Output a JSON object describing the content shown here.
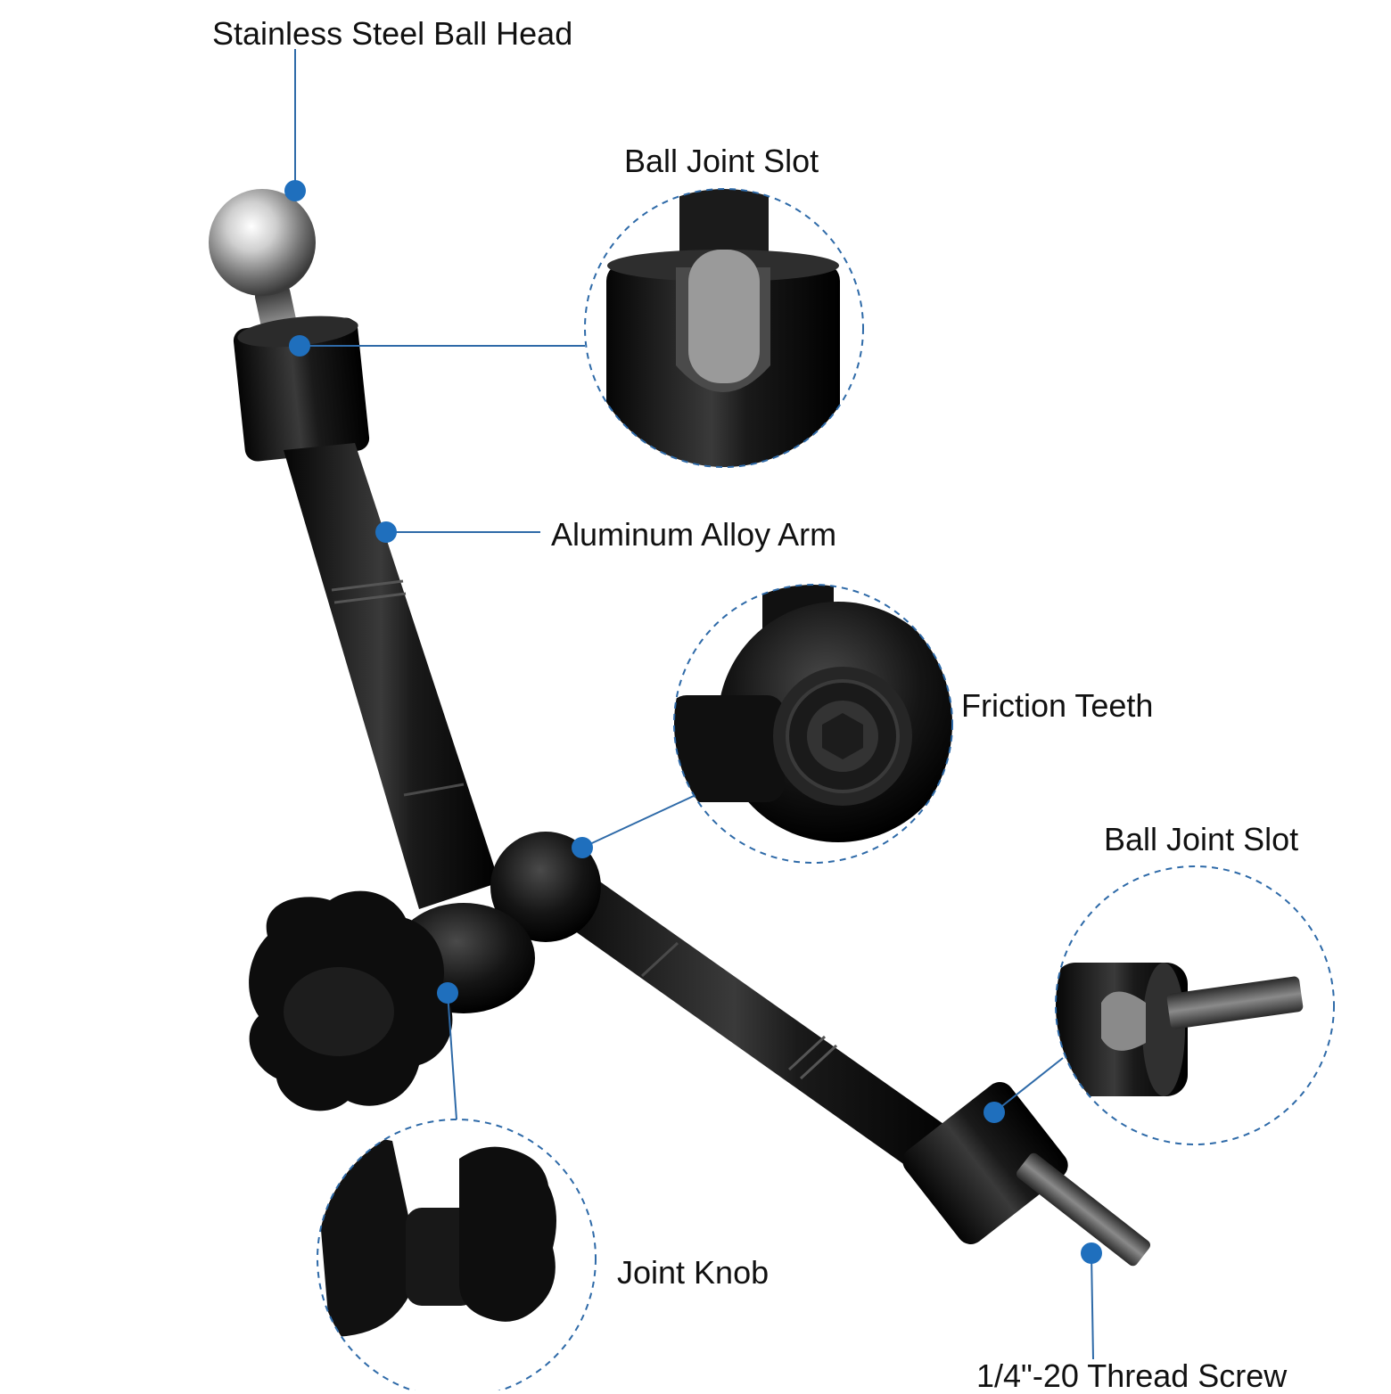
{
  "labels": {
    "ball_head": "Stainless Steel Ball Head",
    "ball_joint_slot_top": "Ball Joint Slot",
    "arm": "Aluminum Alloy Arm",
    "friction_teeth": "Friction Teeth",
    "ball_joint_slot_right": "Ball Joint Slot",
    "joint_knob": "Joint Knob",
    "thread_screw": "1/4\"-20 Thread Screw"
  },
  "colors": {
    "callout_dot": "#1f6fbd",
    "callout_line": "#2e6aa8",
    "product_black": "#141414",
    "steel": "#b9b9b9",
    "background": "#ffffff"
  }
}
